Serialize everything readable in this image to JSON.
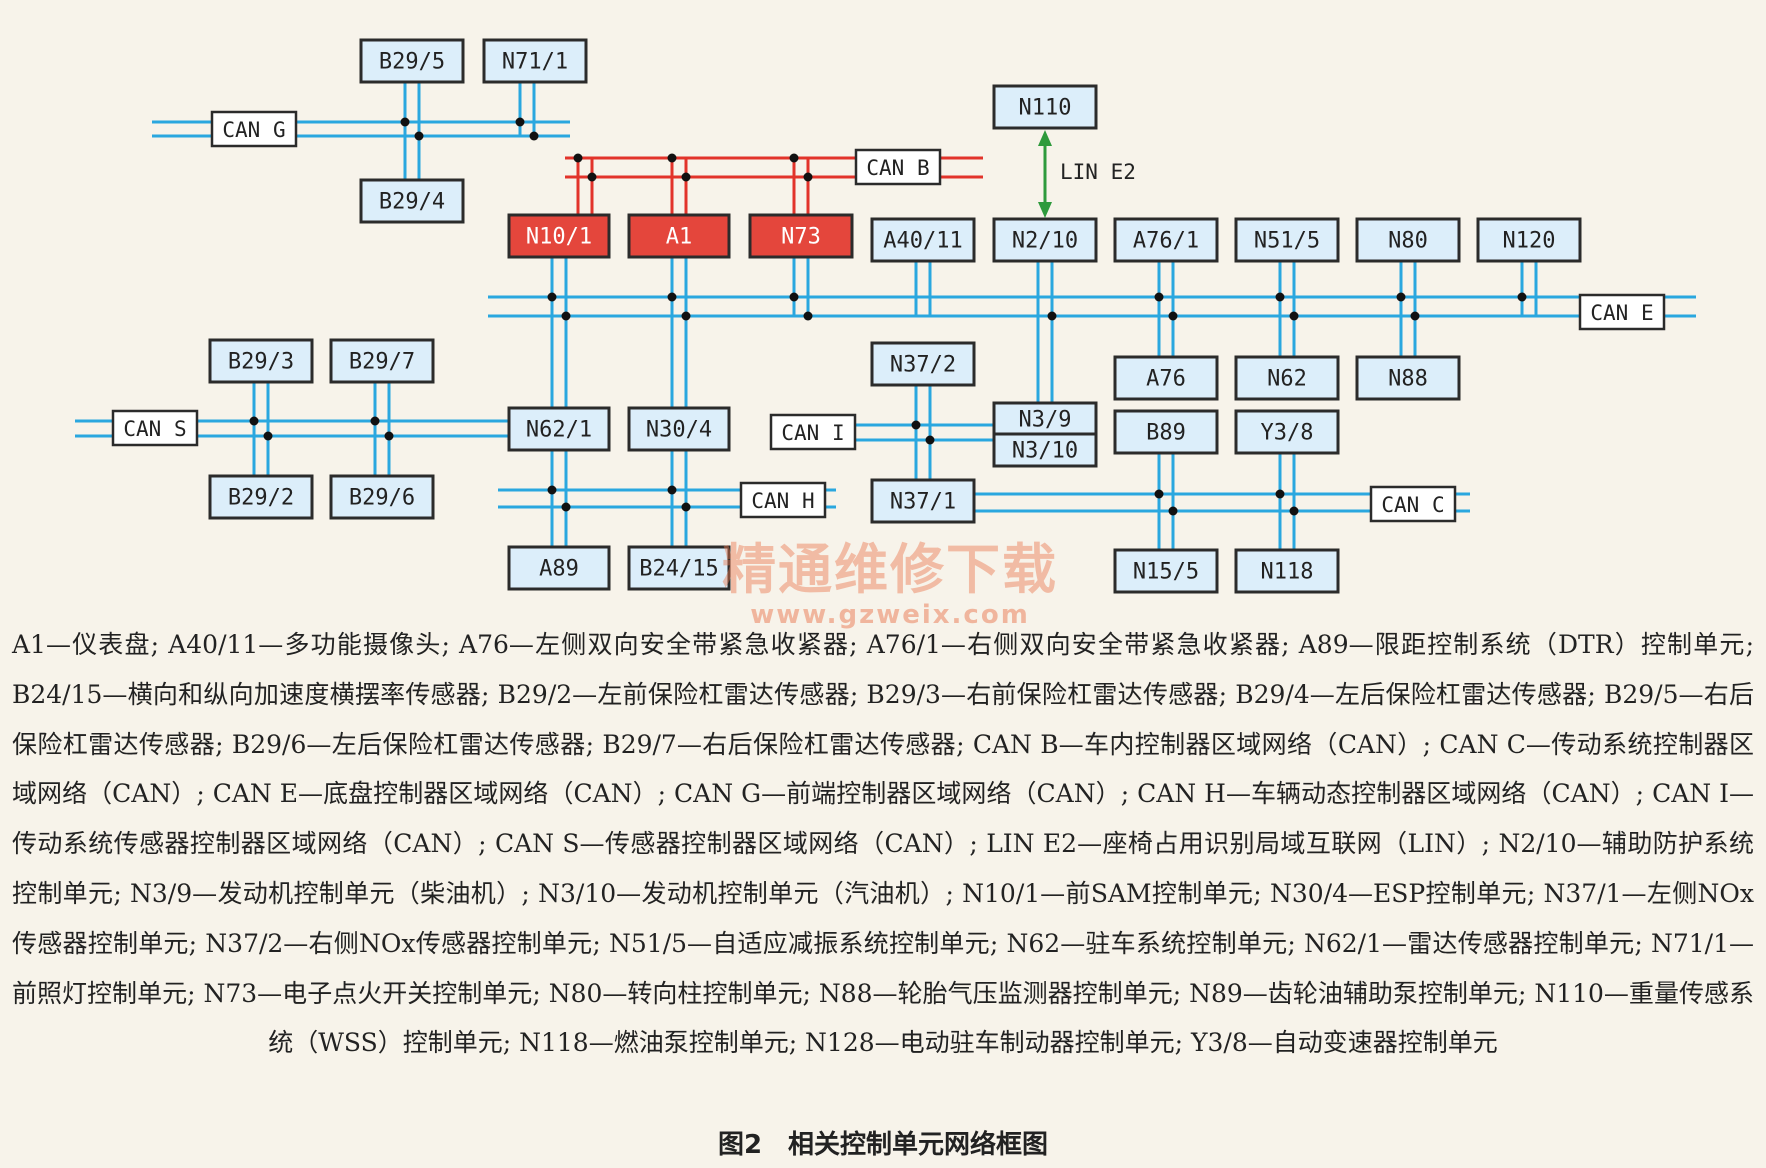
{
  "nodes": [
    {
      "id": "B29/5",
      "red": false
    },
    {
      "id": "N71/1",
      "red": false
    },
    {
      "id": "B29/4",
      "red": false
    },
    {
      "id": "N110",
      "red": false
    },
    {
      "id": "N10/1",
      "red": true
    },
    {
      "id": "A1",
      "red": true
    },
    {
      "id": "N73",
      "red": true
    },
    {
      "id": "A40/11",
      "red": false
    },
    {
      "id": "N2/10",
      "red": false
    },
    {
      "id": "A76/1",
      "red": false
    },
    {
      "id": "N51/5",
      "red": false
    },
    {
      "id": "N80",
      "red": false
    },
    {
      "id": "N120",
      "red": false
    },
    {
      "id": "A76",
      "red": false
    },
    {
      "id": "N62",
      "red": false
    },
    {
      "id": "N88",
      "red": false
    },
    {
      "id": "B29/3",
      "red": false
    },
    {
      "id": "B29/7",
      "red": false
    },
    {
      "id": "N37/2",
      "red": false
    },
    {
      "id": "N62/1",
      "red": false
    },
    {
      "id": "N30/4",
      "red": false
    },
    {
      "id": "N3/9",
      "red": false
    },
    {
      "id": "N3/10",
      "red": false
    },
    {
      "id": "B89",
      "red": false
    },
    {
      "id": "Y3/8",
      "red": false
    },
    {
      "id": "B29/2",
      "red": false
    },
    {
      "id": "B29/6",
      "red": false
    },
    {
      "id": "N37/1",
      "red": false
    },
    {
      "id": "A89",
      "red": false
    },
    {
      "id": "B24/15",
      "red": false
    },
    {
      "id": "N15/5",
      "red": false
    },
    {
      "id": "N118",
      "red": false
    }
  ],
  "buses": [
    {
      "id": "CAN G"
    },
    {
      "id": "CAN B"
    },
    {
      "id": "CAN E"
    },
    {
      "id": "CAN S"
    },
    {
      "id": "CAN I"
    },
    {
      "id": "CAN H"
    },
    {
      "id": "CAN C"
    }
  ],
  "links": {
    "lin": "LIN E2"
  },
  "watermark": {
    "chinese": "精通维修下载",
    "url": "www.gzweix.com"
  },
  "legend_text": "A1—仪表盘; A40/11—多功能摄像头; A76—左侧双向安全带紧急收紧器; A76/1—右侧双向安全带紧急收紧器; A89—限距控制系统（DTR）控制单元; B24/15—横向和纵向加速度横摆率传感器; B29/2—左前保险杠雷达传感器; B29/3—右前保险杠雷达传感器; B29/4—左后保险杠雷达传感器; B29/5—右后保险杠雷达传感器; B29/6—左后保险杠雷达传感器; B29/7—右后保险杠雷达传感器; CAN B—车内控制器区域网络（CAN）; CAN C—传动系统控制器区域网络（CAN）; CAN E—底盘控制器区域网络（CAN）; CAN G—前端控制器区域网络（CAN）; CAN H—车辆动态控制器区域网络（CAN）; CAN I—传动系统传感器控制器区域网络（CAN）; CAN S—传感器控制器区域网络（CAN）; LIN E2—座椅占用识别局域互联网（LIN）; N2/10—辅助防护系统控制单元; N3/9—发动机控制单元（柴油机）; N3/10—发动机控制单元（汽油机）; N10/1—前SAM控制单元; N30/4—ESP控制单元; N37/1—左侧NOx传感器控制单元; N37/2—右侧NOx传感器控制单元; N51/5—自适应减振系统控制单元; N62—驻车系统控制单元; N62/1—雷达传感器控制单元; N71/1—前照灯控制单元; N73—电子点火开关控制单元; N80—转向柱控制单元; N88—轮胎气压监测器控制单元; N89—齿轮油辅助泵控制单元; N110—重量传感系统（WSS）控制单元; N118—燃油泵控制单元; N128—电动驻车制动器控制单元; Y3/8—自动变速器控制单元",
  "caption": "图2　相关控制单元网络框图"
}
